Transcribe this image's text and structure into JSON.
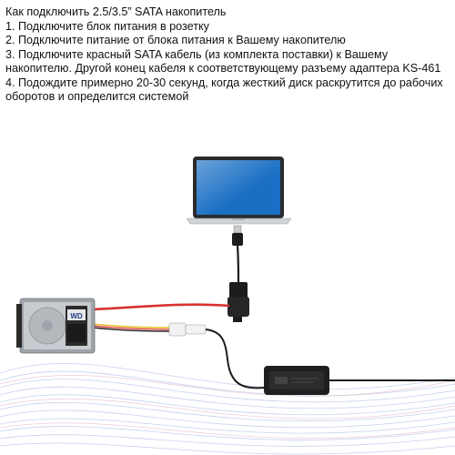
{
  "document": {
    "title": "Как подключить 2.5/3.5” SATA накопитель",
    "steps": [
      "1. Подключите блок питания в розетку",
      "2. Подключите питание от блока питания к Вашему накопителю",
      "3. Подключите красный SATA кабель (из комплекта поставки) к Вашему накопителю. Другой конец кабеля к соответствующему разъему адаптера KS-461",
      "4. Подождите примерно 20-30 секунд, когда жесткий диск раскрутится до рабочих оборотов и определится системой"
    ]
  },
  "illustration": {
    "hdd_brand": "WD",
    "colors": {
      "laptop_screen": "#1a6fc4",
      "laptop_body": "#cfd2d6",
      "sata_cable": "#d93232",
      "adapter": "#1c1c1c",
      "wave_lines": "#b9c6e8"
    }
  }
}
